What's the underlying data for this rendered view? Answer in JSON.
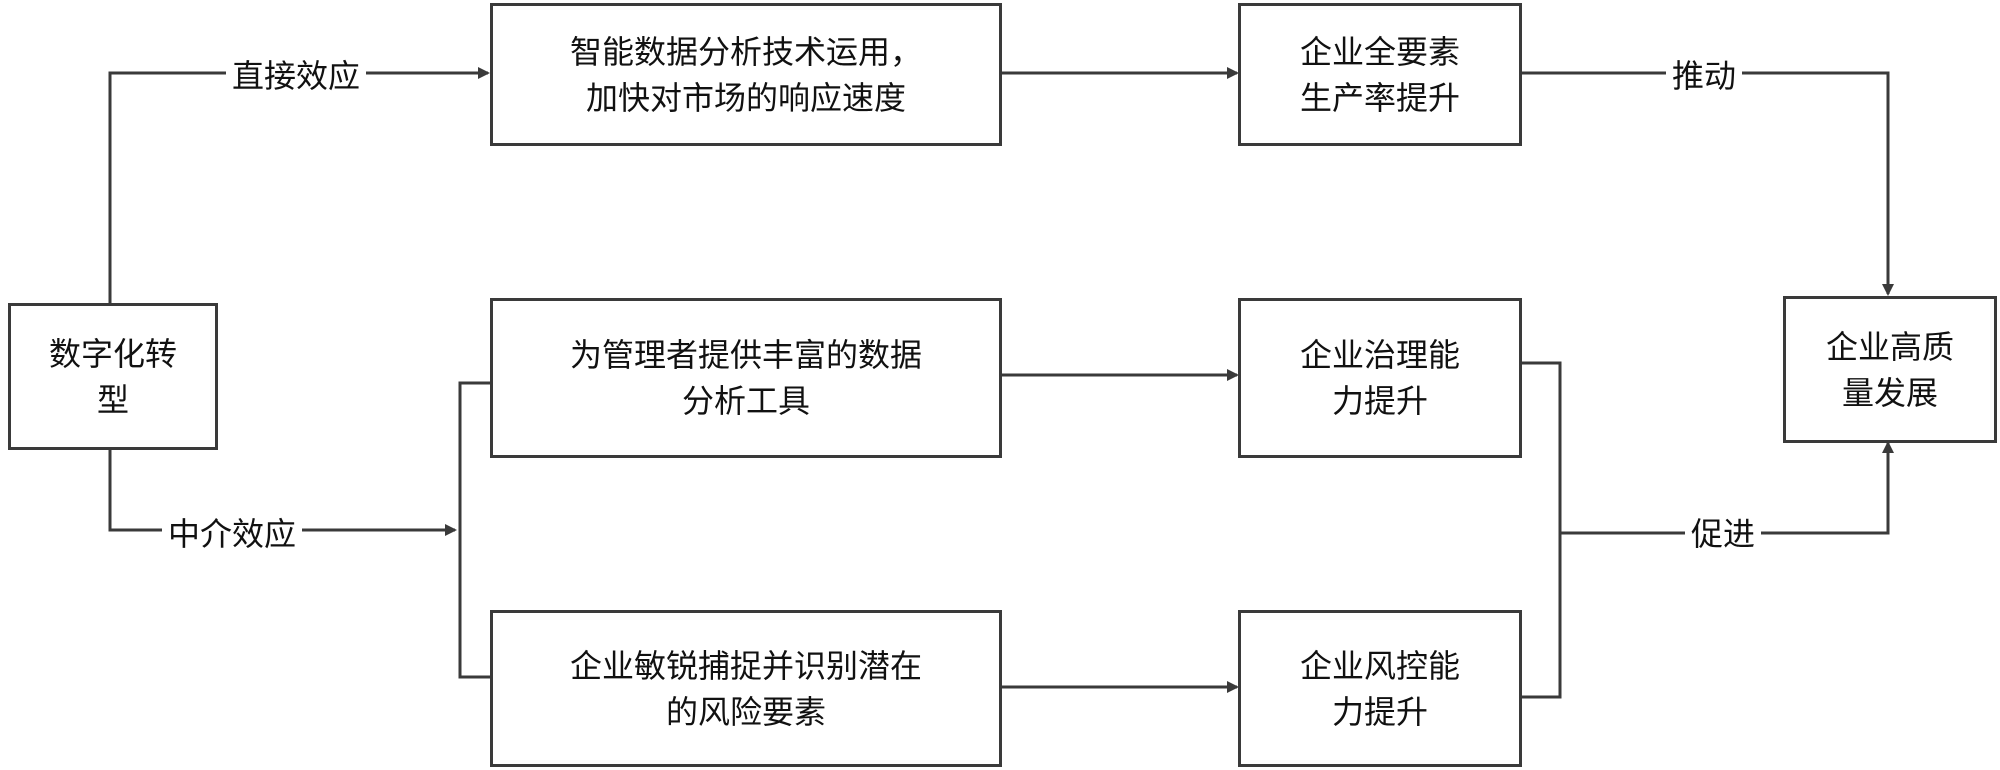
{
  "nodes": {
    "digital_transformation": [
      "数字化转",
      "型"
    ],
    "smart_data_analysis": [
      "智能数据分析技术运用，",
      "加快对市场的响应速度"
    ],
    "tfp_improvement": [
      "企业全要素",
      "生产率提升"
    ],
    "analysis_tools": [
      "为管理者提供丰富的数据",
      "分析工具"
    ],
    "governance_improvement": [
      "企业治理能",
      "力提升"
    ],
    "risk_identification": [
      "企业敏锐捕捉并识别潜在",
      "的风险要素"
    ],
    "risk_control_improvement": [
      "企业风控能",
      "力提升"
    ],
    "high_quality_development": [
      "企业高质",
      "量发展"
    ]
  },
  "edge_labels": {
    "direct_effect": "直接效应",
    "mediating_effect": "中介效应",
    "drive": "推动",
    "promote": "促进"
  },
  "colors": {
    "line": "#3a3a3a",
    "text": "#111111",
    "background": "#ffffff"
  }
}
